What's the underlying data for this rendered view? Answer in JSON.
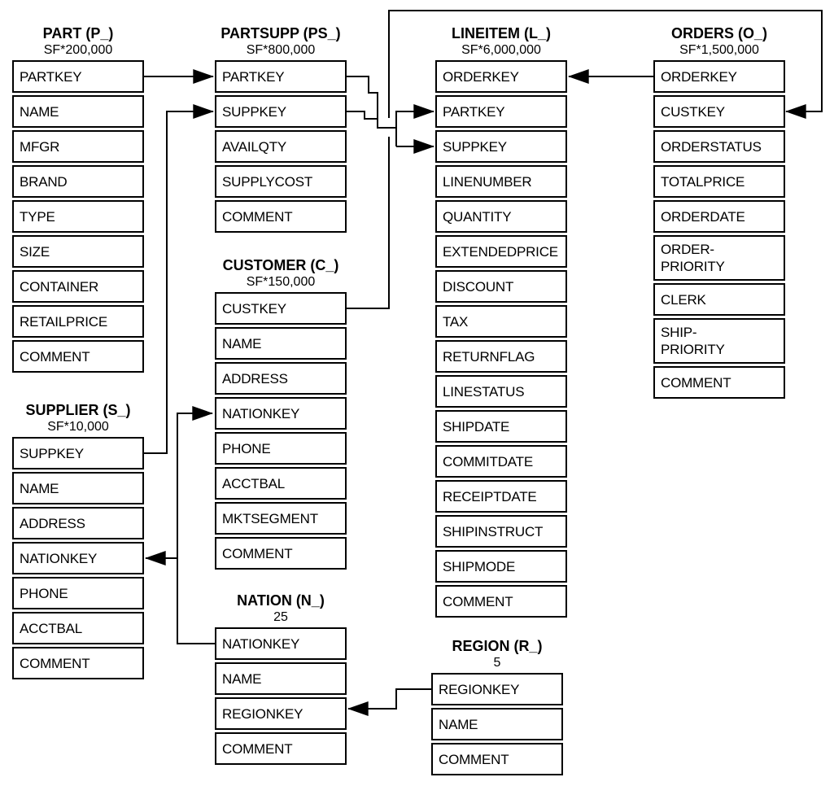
{
  "diagram": {
    "kind": "database-schema",
    "colors": {
      "line": "#000000",
      "text": "#000000",
      "background": "#ffffff"
    }
  },
  "tables": [
    {
      "id": "part",
      "title": "PART (P_)",
      "cardinality": "SF*200,000",
      "columns": [
        "PARTKEY",
        "NAME",
        "MFGR",
        "BRAND",
        "TYPE",
        "SIZE",
        "CONTAINER",
        "RETAILPRICE",
        "COMMENT"
      ]
    },
    {
      "id": "partsupp",
      "title": "PARTSUPP (PS_)",
      "cardinality": "SF*800,000",
      "columns": [
        "PARTKEY",
        "SUPPKEY",
        "AVAILQTY",
        "SUPPLYCOST",
        "COMMENT"
      ]
    },
    {
      "id": "lineitem",
      "title": "LINEITEM (L_)",
      "cardinality": "SF*6,000,000",
      "columns": [
        "ORDERKEY",
        "PARTKEY",
        "SUPPKEY",
        "LINENUMBER",
        "QUANTITY",
        "EXTENDEDPRICE",
        "DISCOUNT",
        "TAX",
        "RETURNFLAG",
        "LINESTATUS",
        "SHIPDATE",
        "COMMITDATE",
        "RECEIPTDATE",
        "SHIPINSTRUCT",
        "SHIPMODE",
        "COMMENT"
      ]
    },
    {
      "id": "orders",
      "title": "ORDERS (O_)",
      "cardinality": "SF*1,500,000",
      "columns": [
        "ORDERKEY",
        "CUSTKEY",
        "ORDERSTATUS",
        "TOTALPRICE",
        "ORDERDATE",
        "ORDER-\nPRIORITY",
        "CLERK",
        "SHIP-\nPRIORITY",
        "COMMENT"
      ]
    },
    {
      "id": "customer",
      "title": "CUSTOMER (C_)",
      "cardinality": "SF*150,000",
      "columns": [
        "CUSTKEY",
        "NAME",
        "ADDRESS",
        "NATIONKEY",
        "PHONE",
        "ACCTBAL",
        "MKTSEGMENT",
        "COMMENT"
      ]
    },
    {
      "id": "supplier",
      "title": "SUPPLIER (S_)",
      "cardinality": "SF*10,000",
      "columns": [
        "SUPPKEY",
        "NAME",
        "ADDRESS",
        "NATIONKEY",
        "PHONE",
        "ACCTBAL",
        "COMMENT"
      ]
    },
    {
      "id": "nation",
      "title": "NATION (N_)",
      "cardinality": "25",
      "columns": [
        "NATIONKEY",
        "NAME",
        "REGIONKEY",
        "COMMENT"
      ]
    },
    {
      "id": "region",
      "title": "REGION (R_)",
      "cardinality": "5",
      "columns": [
        "REGIONKEY",
        "NAME",
        "COMMENT"
      ]
    }
  ],
  "relationships": [
    {
      "from": "PART.PARTKEY",
      "to": "PARTSUPP.PARTKEY"
    },
    {
      "from": "SUPPLIER.SUPPKEY",
      "to": "PARTSUPP.SUPPKEY"
    },
    {
      "from": "PARTSUPP.PARTKEY",
      "to": "LINEITEM.PARTKEY"
    },
    {
      "from": "PARTSUPP.SUPPKEY",
      "to": "LINEITEM.SUPPKEY"
    },
    {
      "from": "ORDERS.ORDERKEY",
      "to": "LINEITEM.ORDERKEY"
    },
    {
      "from": "CUSTOMER.CUSTKEY",
      "to": "ORDERS.CUSTKEY"
    },
    {
      "from": "NATION.NATIONKEY",
      "to": "CUSTOMER.NATIONKEY"
    },
    {
      "from": "NATION.NATIONKEY",
      "to": "SUPPLIER.NATIONKEY"
    },
    {
      "from": "REGION.REGIONKEY",
      "to": "NATION.REGIONKEY"
    }
  ]
}
